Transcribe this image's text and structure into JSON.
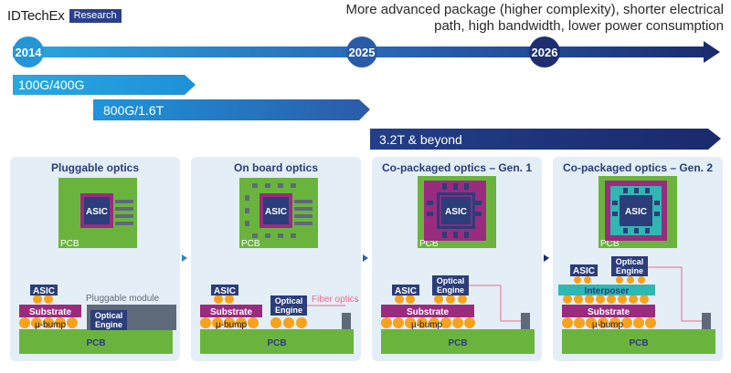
{
  "brand": {
    "name": "IDTechEx",
    "badge": "Research"
  },
  "headline": "More advanced package (higher complexity), shorter electrical path, high bandwidth, lower power consumption",
  "timeline": {
    "milestones": [
      "2014",
      "2025",
      "2026"
    ]
  },
  "bands": [
    "100G/400G",
    "800G/1.6T",
    "3.2T & beyond"
  ],
  "panels": [
    {
      "title": "Pluggable optics"
    },
    {
      "title": "On board optics"
    },
    {
      "title": "Co-packaged optics – Gen. 1"
    },
    {
      "title": "Co-packaged optics – Gen. 2"
    }
  ],
  "labels": {
    "asic": "ASIC",
    "pcb": "PCB",
    "substrate": "Substrate",
    "ubump": "µ-bump",
    "optical_engine_1": "Optical",
    "optical_engine_2": "Engine",
    "interposer": "Interposer",
    "pluggable_module": "Pluggable module",
    "fiber_optics": "Fiber optics"
  },
  "colors": {
    "timeline_light": "#29a8e0",
    "timeline_dark": "#1a2a6c",
    "panel_bg": "#e3eef7",
    "pcb_green": "#6ab43e",
    "chip_purple": "#9b2b7f",
    "asic_navy": "#2b3d7a",
    "bump_orange": "#f7a21b",
    "interposer_teal": "#2fb7b2",
    "gray": "#5e6a7a",
    "fiber_pink": "#f06b8a"
  }
}
